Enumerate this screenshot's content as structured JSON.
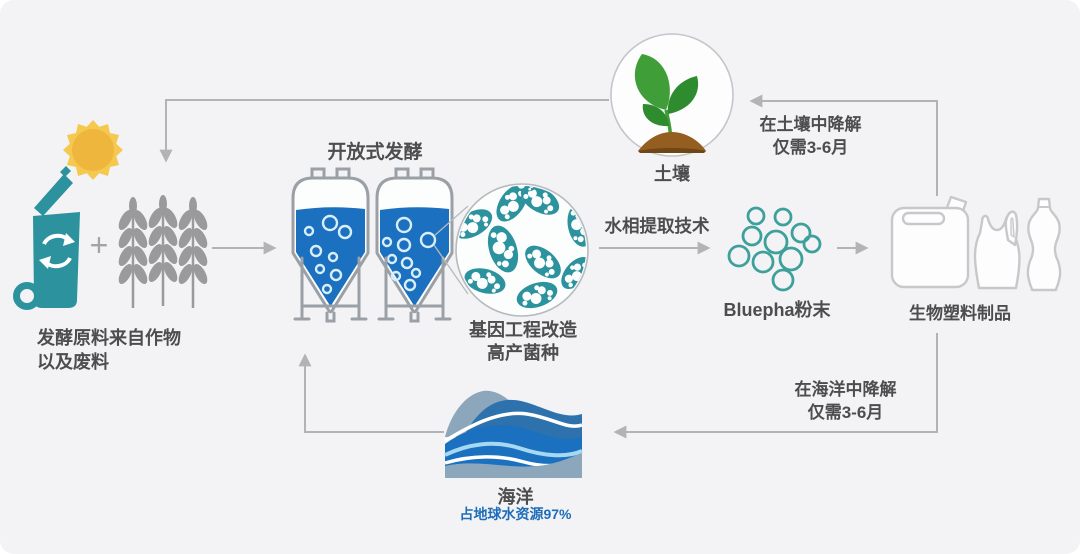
{
  "colors": {
    "bg": "#f3f3f5",
    "line": "#b3b3b6",
    "text": "#4d4d4e",
    "teal": "#2b929e",
    "blue": "#1b70bf",
    "powder": "#3da09b",
    "wheat": "#9a9a9d",
    "sun": "#eeb63c",
    "sun_ray": "#f5c94f",
    "green": "#3f9e38",
    "green_dark": "#2e8b2e",
    "brown": "#935e20",
    "brown_dark": "#6f4717",
    "outline": "#c8c8cb",
    "vessel": "#9aa0a6",
    "bubble": "#d9eefb",
    "cyan": "#a5d9f2",
    "ocean_gray": "#8ca6bb",
    "ocean_med": "#2d72ad",
    "subtitle_blue": "#1e6db8"
  },
  "diagram": {
    "fermentation_label": "开放式发酵",
    "raw_material": {
      "line1": "发酵原料来自作物",
      "line2": "以及废料"
    },
    "plus_sign": "+",
    "strain": {
      "line1": "基因工程改造",
      "line2": "高产菌种"
    },
    "extraction_label": "水相提取技术",
    "powder_label": "Bluepha粉末",
    "products_label": "生物塑料制品",
    "soil_label": "土壤",
    "soil_degradation": {
      "line1": "在土壤中降解",
      "line2": "仅需3-6月"
    },
    "ocean_degradation": {
      "line1": "在海洋中降解",
      "line2": "仅需3-6月"
    },
    "ocean_label": "海洋",
    "ocean_subtitle": "占地球水资源97%"
  }
}
